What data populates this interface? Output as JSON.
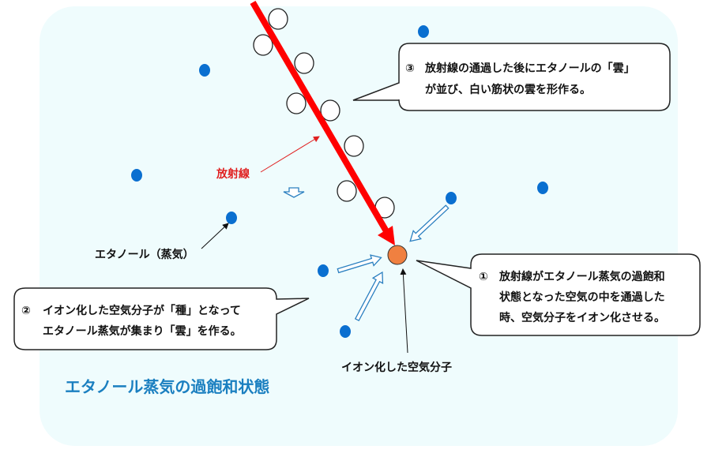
{
  "colors": {
    "background": "#effcfd",
    "radiation": "#ff0000",
    "ethanol": "#0a6fd0",
    "ion": "#f08040",
    "hollow_arrow": "#2a7fc0",
    "title": "#1a7fc0"
  },
  "labels": {
    "radiation": "放射線",
    "ethanol_vapor": "エタノール（蒸気）",
    "ionized_molecule": "イオン化した空気分子",
    "title": "エタノール蒸気の過飽和状態"
  },
  "callouts": {
    "step1": {
      "num": "①",
      "lines": [
        "放射線がエタノール蒸気の過飽和",
        "状態となった空気の中を通過した",
        "時、空気分子をイオン化させる。"
      ]
    },
    "step2": {
      "num": "②",
      "lines": [
        "イオン化した空気分子が「種」となって",
        "エタノール蒸気が集まり「雲」を作る。"
      ]
    },
    "step3": {
      "num": "③",
      "lines": [
        "放射線の通過した後にエタノールの「雲」",
        "が並び、白い筋状の雲を形作る。"
      ]
    }
  }
}
